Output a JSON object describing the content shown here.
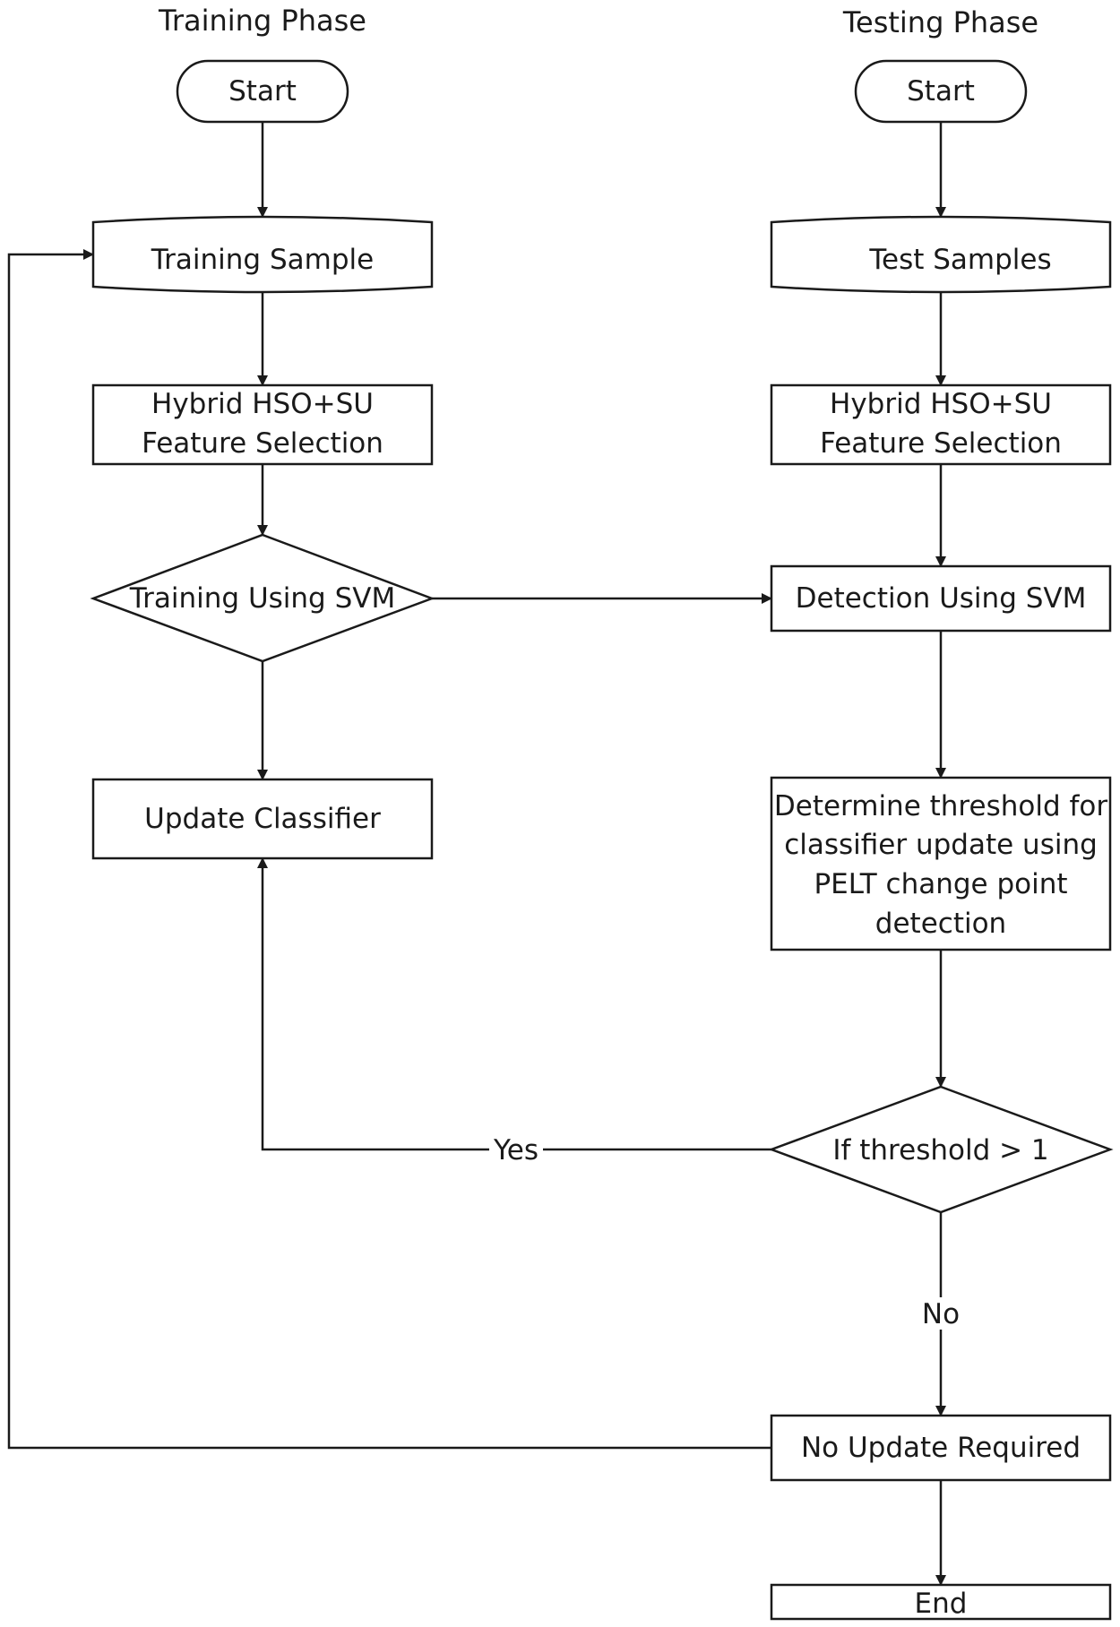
{
  "headings": {
    "training": "Training Phase",
    "testing": "Testing Phase"
  },
  "training": {
    "start": "Start",
    "sample": "Training  Sample",
    "feature_line1": "Hybrid HSO+SU",
    "feature_line2": "Feature Selection",
    "train_svm": "Training Using SVM",
    "update": "Update Classifier"
  },
  "testing": {
    "start": "Start",
    "samples": "Test  Samples",
    "feature_line1": "Hybrid HSO+SU",
    "feature_line2": "Feature Selection",
    "detect_svm": "Detection Using SVM",
    "threshold_line1": "Determine threshold for",
    "threshold_line2": "classifier update using",
    "threshold_line3": "PELT change point",
    "threshold_line4": "detection",
    "decision": "If threshold > 1",
    "no_update": "No Update Required",
    "end": "End"
  },
  "edge_labels": {
    "yes": "Yes",
    "no": "No"
  }
}
